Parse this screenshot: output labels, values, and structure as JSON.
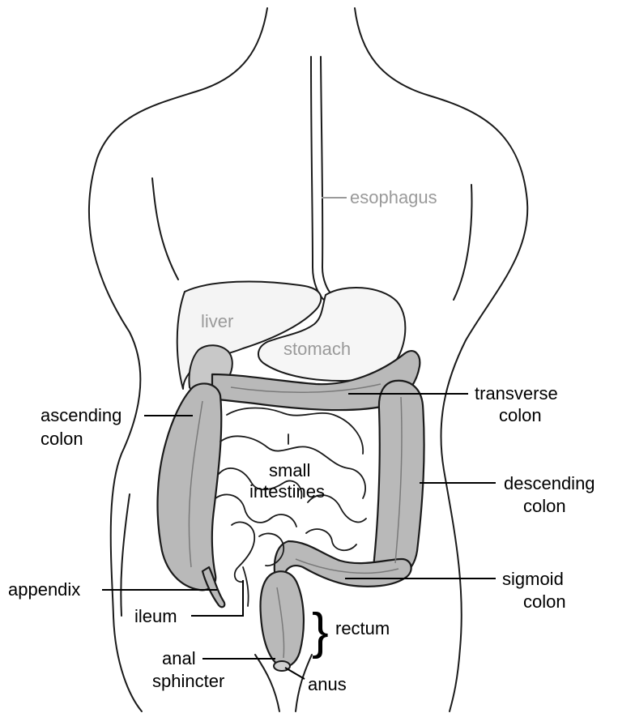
{
  "labels": {
    "esophagus": "esophagus",
    "liver": "liver",
    "stomach": "stomach",
    "transverse_colon": [
      "transverse",
      "colon"
    ],
    "ascending_colon": [
      "ascending",
      "colon"
    ],
    "small_intestines": [
      "small",
      "intestines"
    ],
    "descending_colon": [
      "descending",
      "colon"
    ],
    "appendix": "appendix",
    "sigmoid_colon": [
      "sigmoid",
      "colon"
    ],
    "ileum": "ileum",
    "rectum": "rectum",
    "anal_sphincter": [
      "anal",
      "sphincter"
    ],
    "anus": "anus"
  },
  "colors": {
    "organ_fill": "#b9b9b9",
    "light_label": "#9a9a9a",
    "line": "#1a1a1a"
  }
}
